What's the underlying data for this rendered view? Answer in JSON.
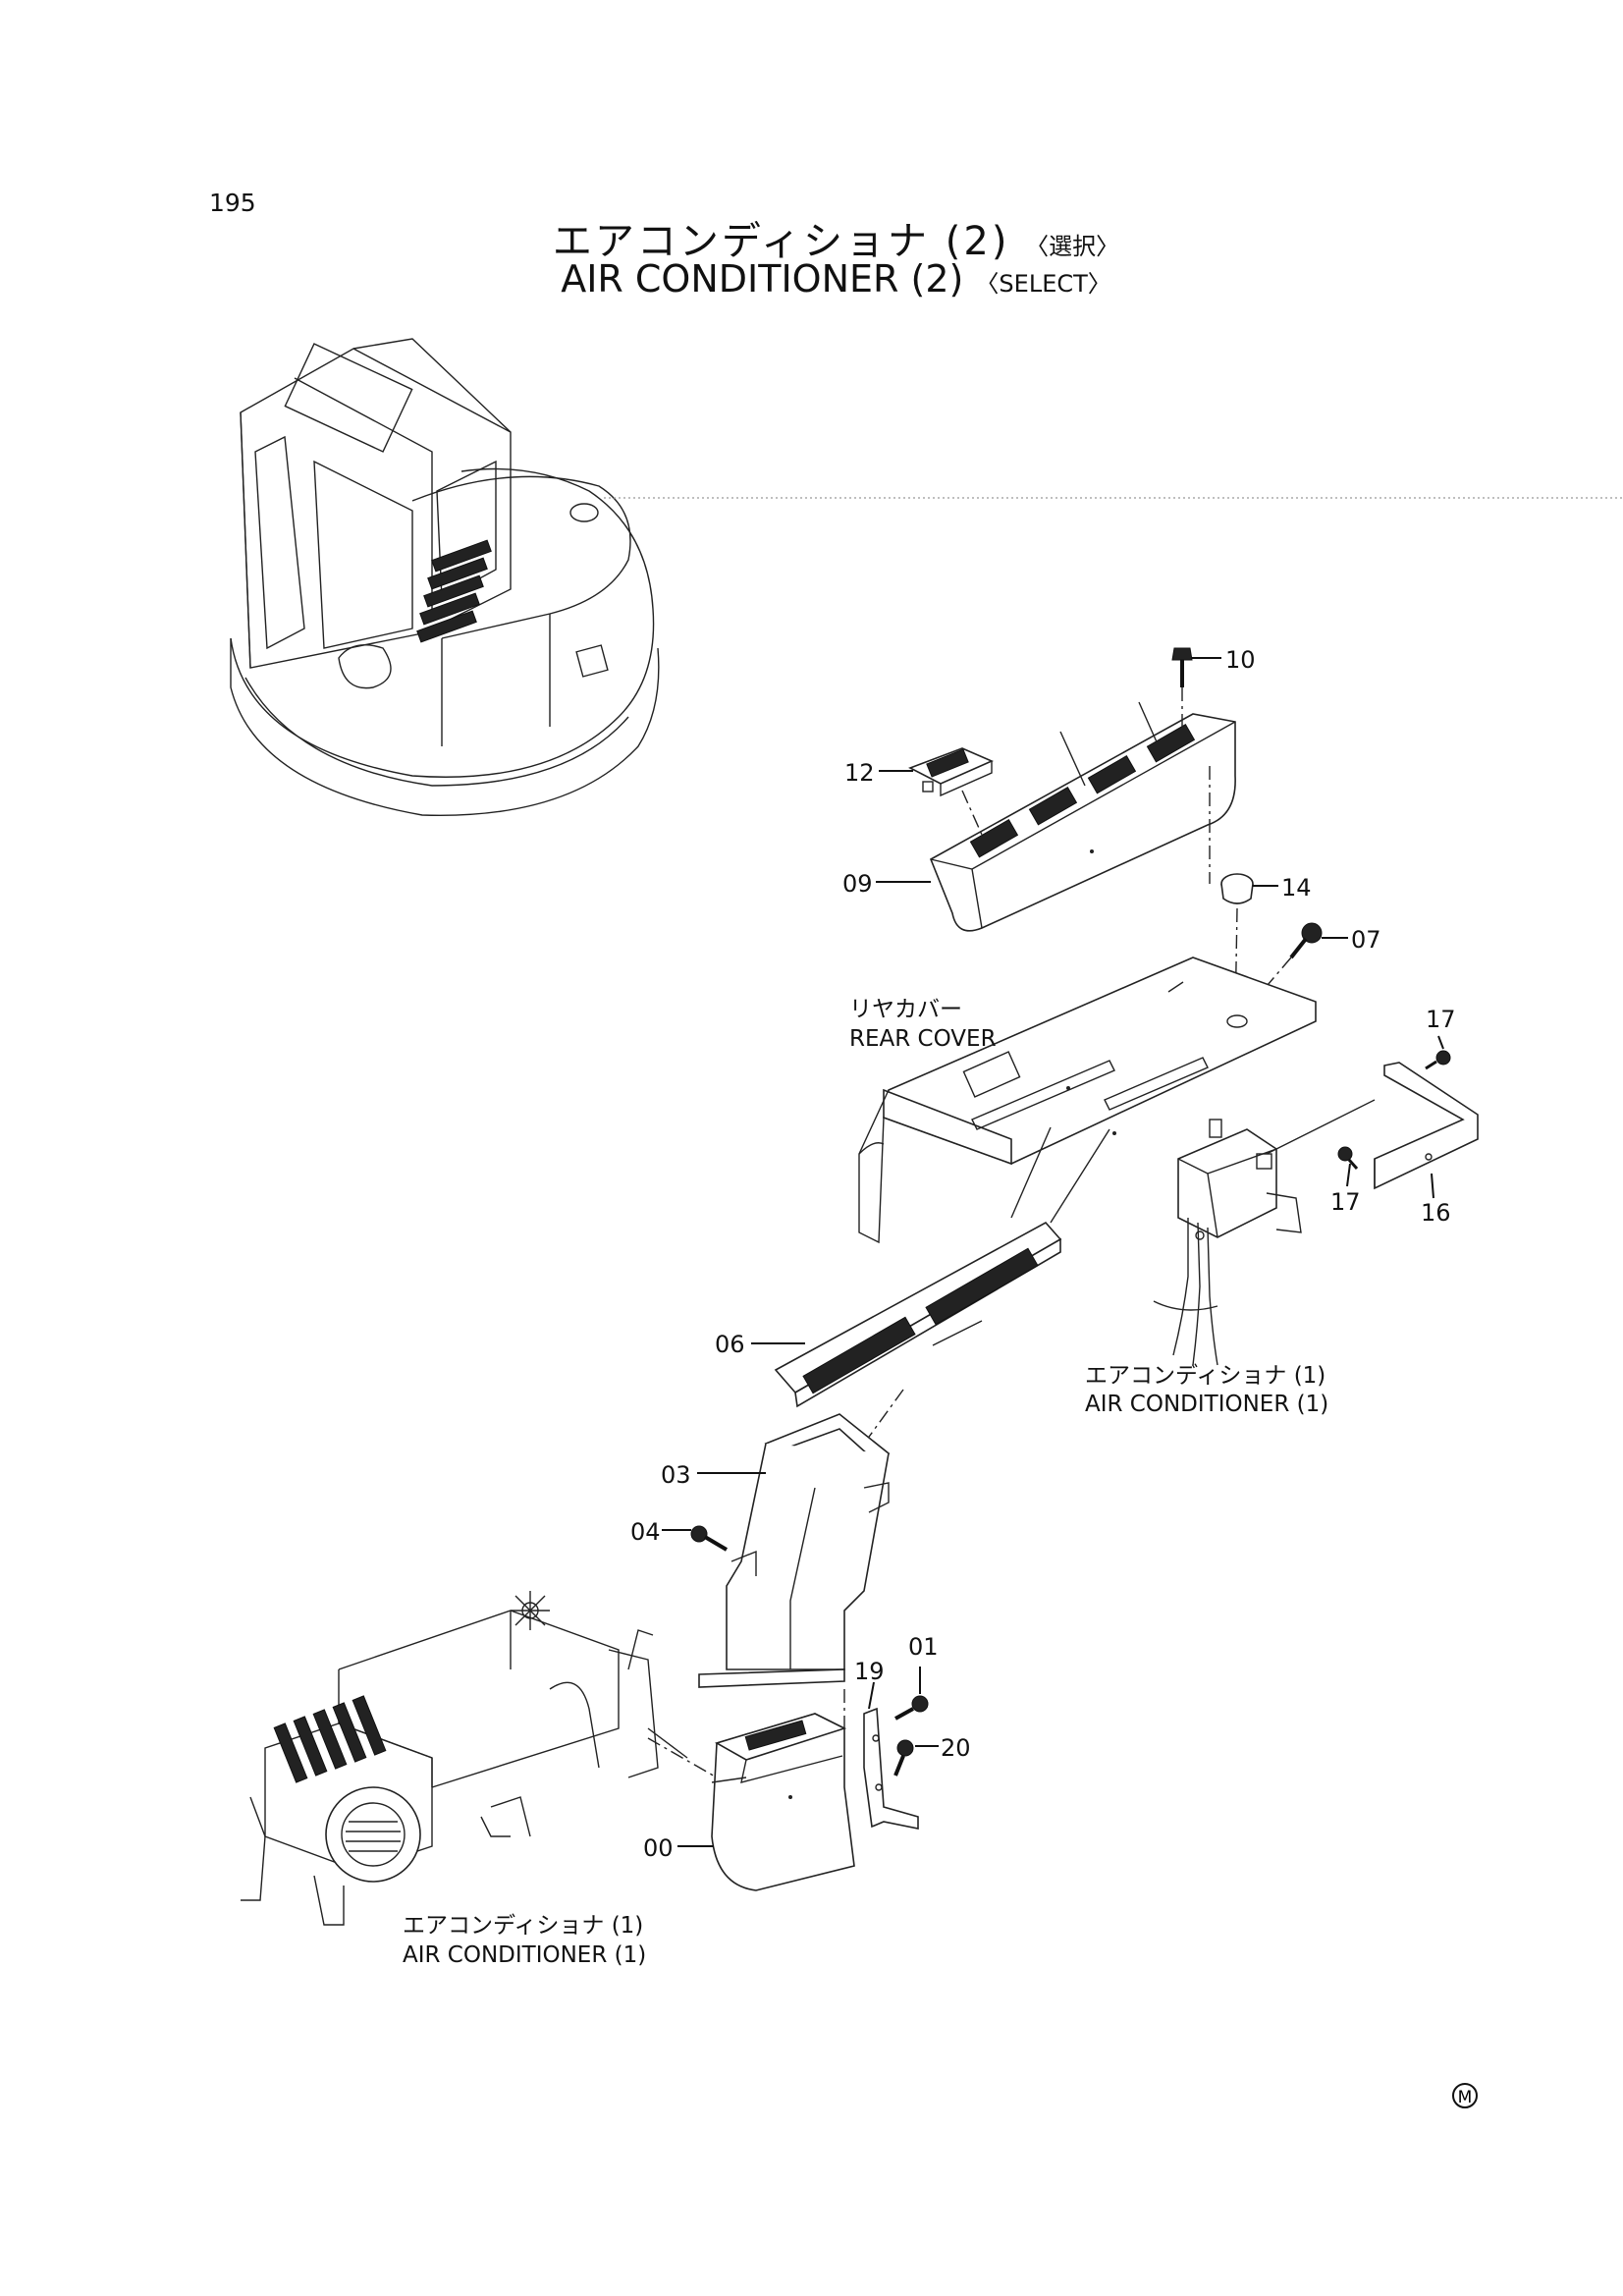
{
  "page_number": "195",
  "title": {
    "jp": "エアコンディショナ (2)",
    "jp_tag": "〈選択〉",
    "en": "AIR CONDITIONER (2)",
    "en_tag": "〈SELECT〉"
  },
  "labels": {
    "p10": "10",
    "p12": "12",
    "p09": "09",
    "p14": "14",
    "p07": "07",
    "p17a": "17",
    "p17b": "17",
    "p16": "16",
    "p06": "06",
    "p03": "03",
    "p04": "04",
    "p01": "01",
    "p19": "19",
    "p20": "20",
    "p00": "00",
    "rear_cover_jp": "リヤカバー",
    "rear_cover_en": "REAR COVER",
    "ac1_right_jp": "エアコンディショナ (1)",
    "ac1_right_en": "AIR CONDITIONER (1)",
    "ac1_left_jp": "エアコンディショナ (1)",
    "ac1_left_en": "AIR CONDITIONER (1)",
    "marker": "M"
  }
}
